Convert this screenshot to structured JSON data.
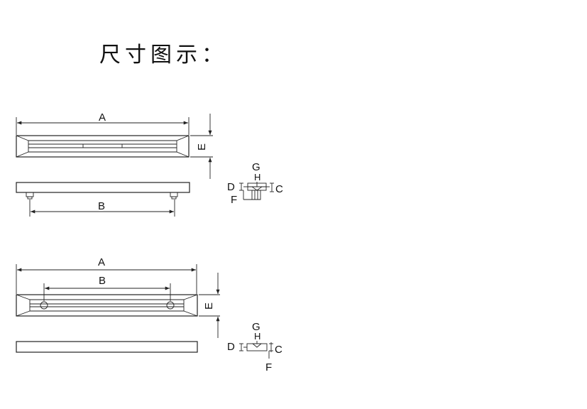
{
  "title": "尺寸图示：",
  "diagram1": {
    "labels": {
      "a": "A",
      "b": "B",
      "e": "E",
      "g": "G",
      "h": "H",
      "d": "D",
      "c": "C",
      "f": "F"
    }
  },
  "diagram2": {
    "labels": {
      "a": "A",
      "b": "B",
      "e": "E",
      "g": "G",
      "h": "H",
      "d": "D",
      "c": "C",
      "f": "F"
    }
  }
}
